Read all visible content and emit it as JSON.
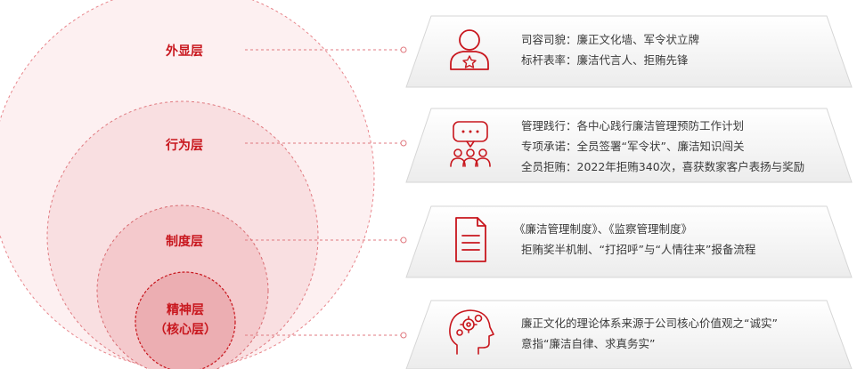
{
  "colors": {
    "accent": "#c8161d",
    "text": "#3a3a3a"
  },
  "layers": [
    {
      "label": "外显层",
      "icon": "user-badge-icon",
      "lines": [
        "司容司貌：廉正文化墙、军令状立牌",
        "标杆表率：廉洁代言人、拒贿先锋"
      ]
    },
    {
      "label": "行为层",
      "icon": "group-chat-icon",
      "lines": [
        "管理践行：各中心践行廉洁管理预防工作计划",
        "专项承诺：全员签署“军令状”、廉洁知识闯关",
        "全员拒贿：2022年拒贿340次，喜获数家客户表扬与奖励"
      ]
    },
    {
      "label": "制度层",
      "icon": "document-icon",
      "lines": [
        "《廉洁管理制度》、《监察管理制度》",
        "拒贿奖半机制、“打招呼”与“人情往来”报备流程"
      ]
    },
    {
      "label_line1": "精神层",
      "label_line2": "（核心层）",
      "icon": "head-gear-icon",
      "lines": [
        "廉正文化的理论体系来源于公司核心价值观之“诚实”",
        "意指“廉洁自律、求真务实”"
      ]
    }
  ]
}
